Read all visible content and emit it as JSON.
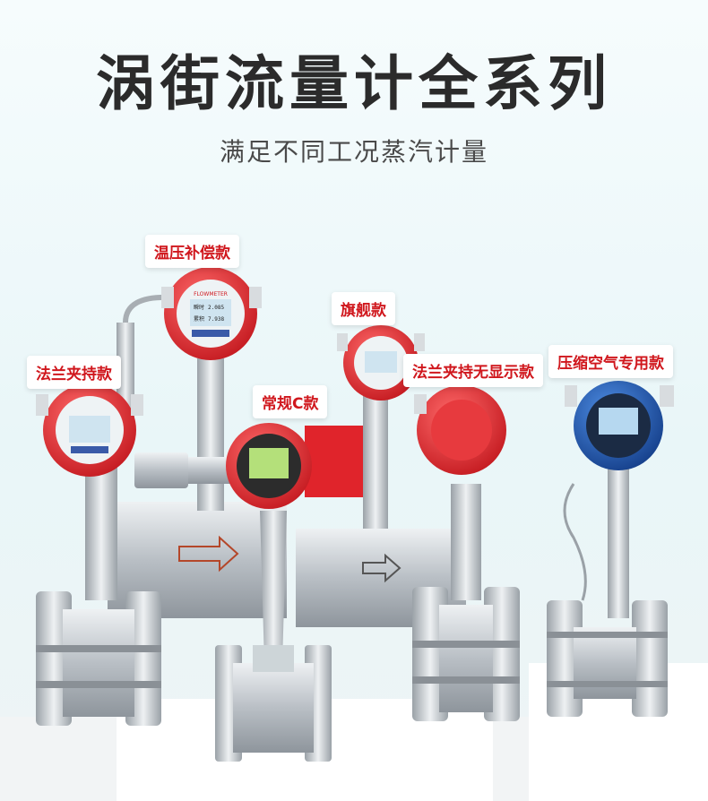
{
  "title": "涡街流量计全系列",
  "subtitle": "满足不同工况蒸汽计量",
  "labels": {
    "temp_pressure": "温压补偿款",
    "flagship": "旗舰款",
    "flange_clamp": "法兰夹持款",
    "standard_c": "常规C款",
    "flange_clamp_no_display": "法兰夹持无显示款",
    "compressed_air": "压缩空气专用款"
  },
  "meter_display": {
    "brand": "FLOWMETER",
    "instant_label": "瞬时",
    "instant_value": "2.085",
    "total_label": "累积",
    "total_value": "7.938"
  },
  "colors": {
    "red_housing": "#e0242b",
    "blue_housing": "#1f5bb8",
    "steel": "#c9ced3",
    "label_text": "#d0171d"
  }
}
